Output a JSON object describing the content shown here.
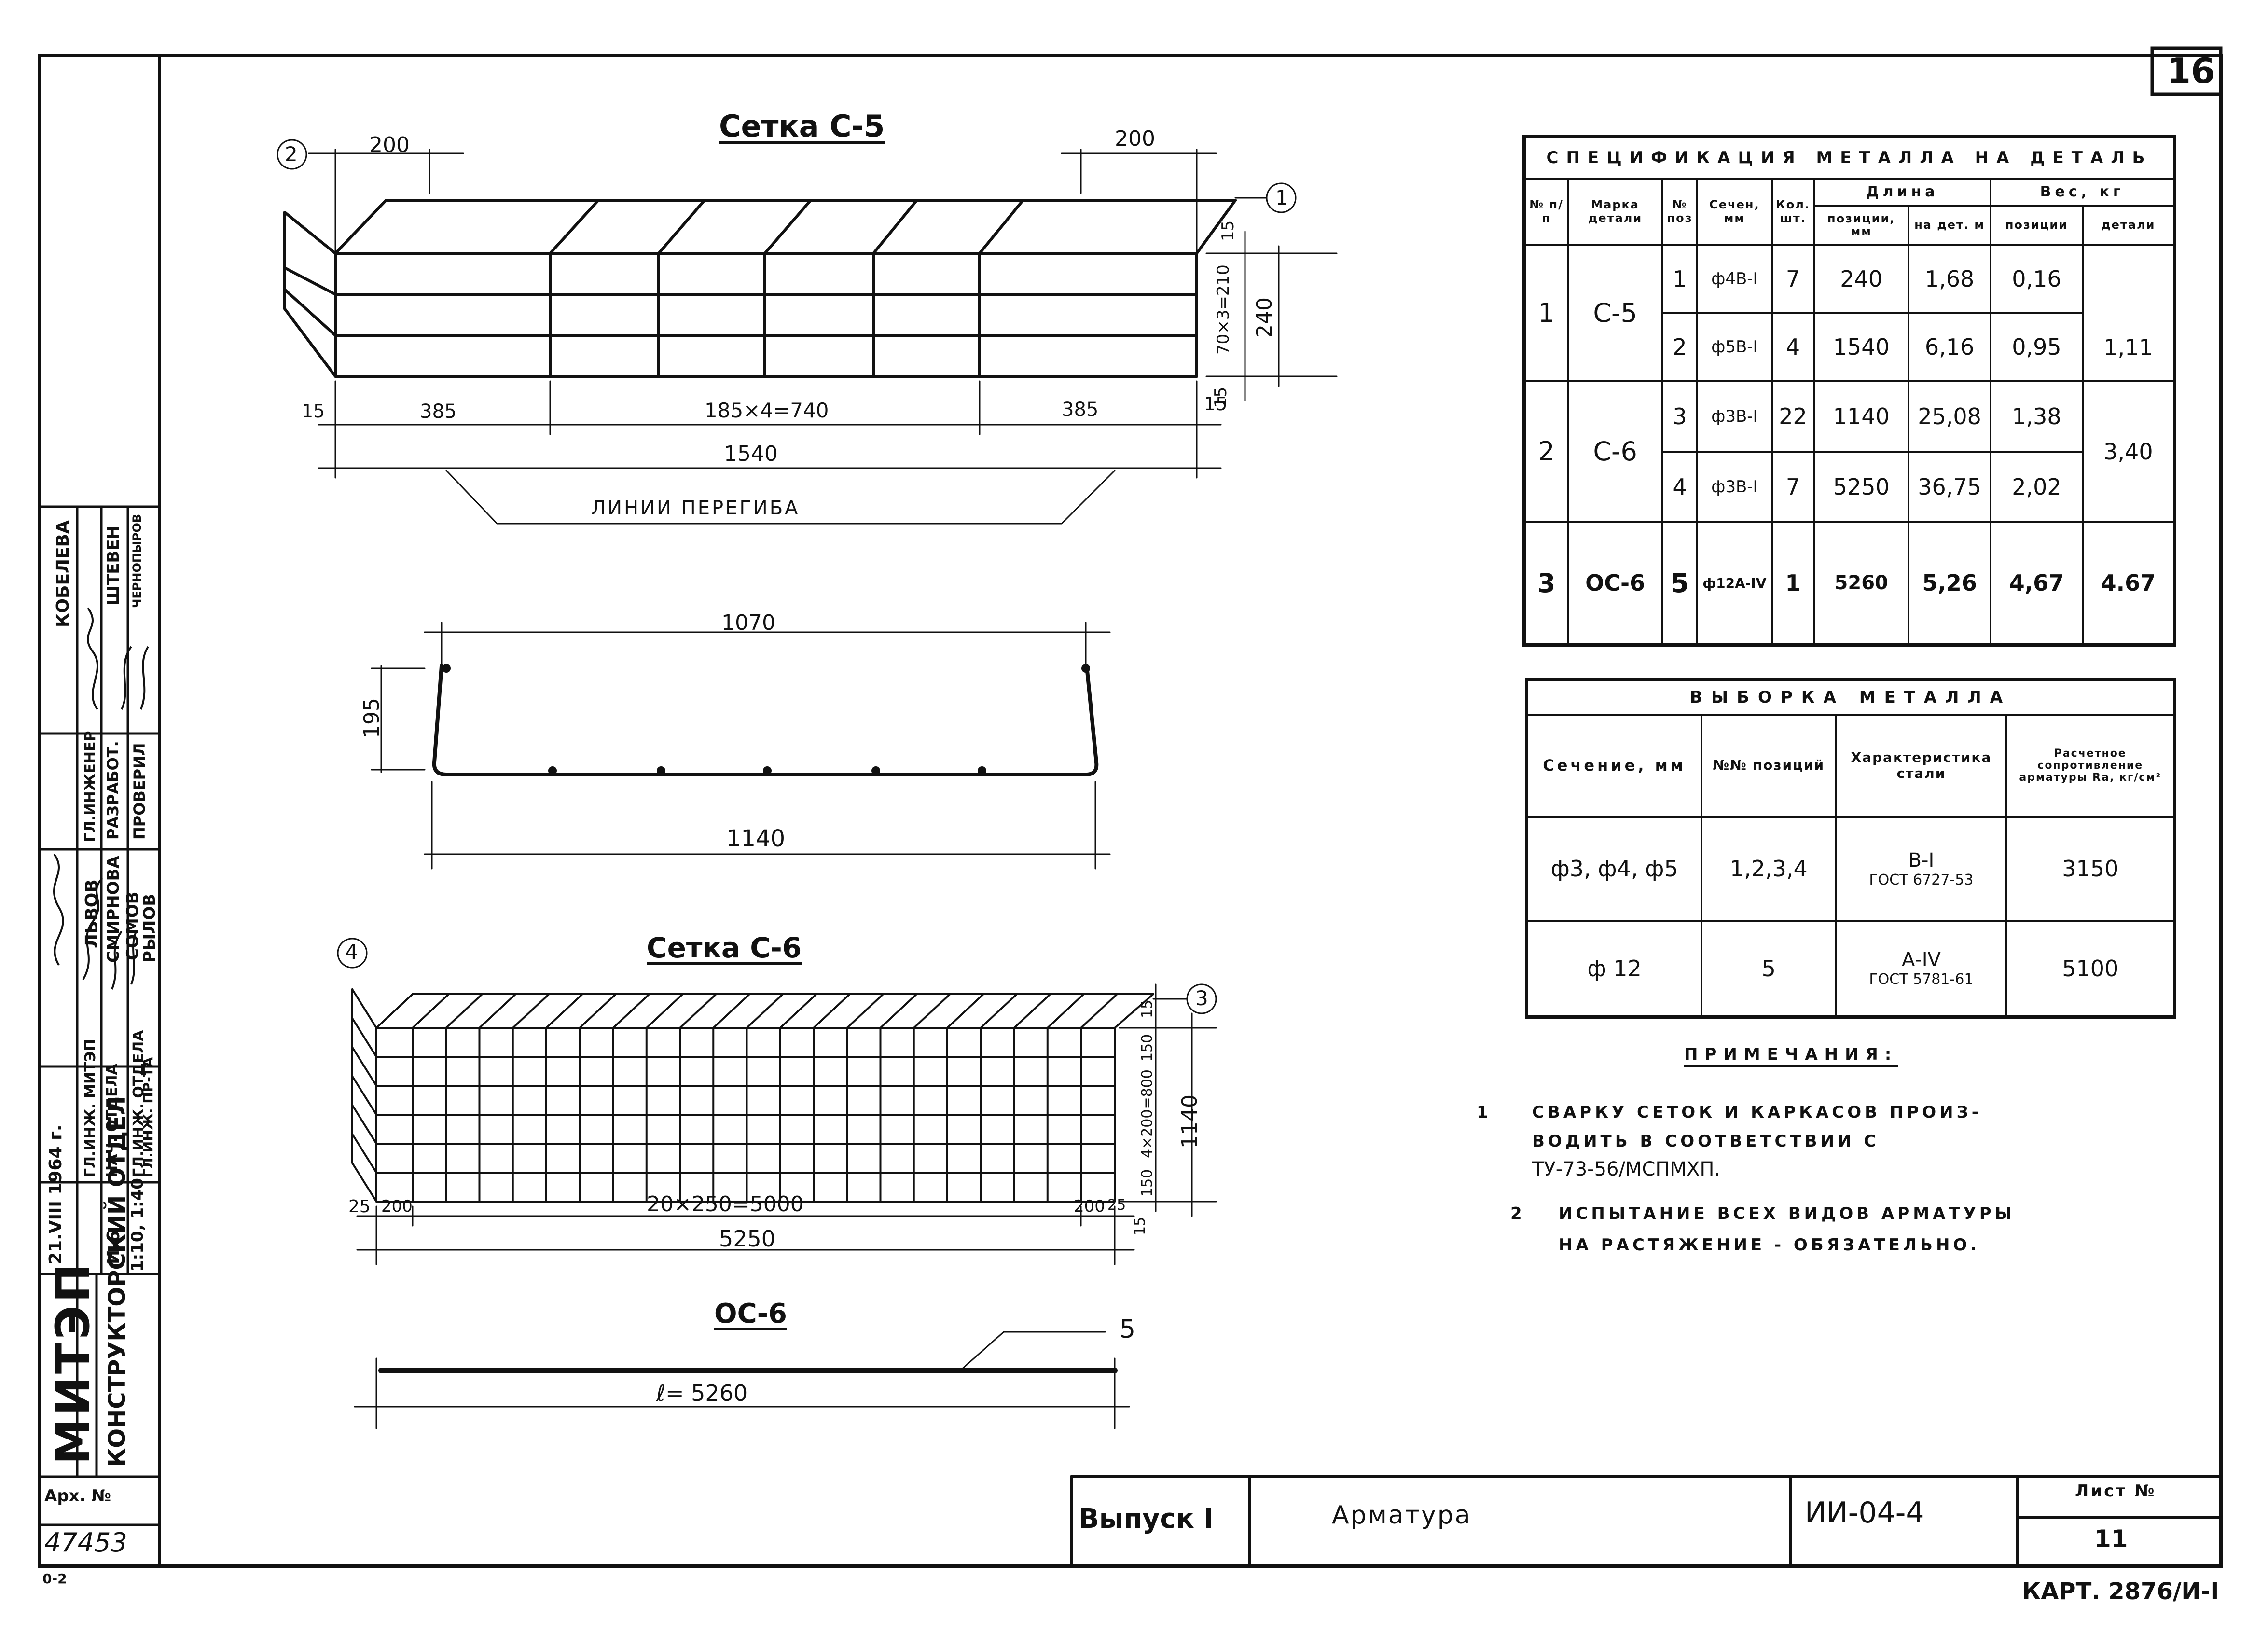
{
  "sheet_number": "16",
  "mesh_c5": {
    "title": "Сетка С-5",
    "top_left_dim": "200",
    "top_right_dim": "200",
    "bottom_dims": [
      "15",
      "385",
      "185×4=740",
      "385",
      "15"
    ],
    "overall_length": "1540",
    "right_dims": [
      "15",
      "70×3=210",
      "15"
    ],
    "right_total": "240",
    "bend_lines_label": "ЛИНИИ ПЕРЕГИБА",
    "callout_left": "2",
    "callout_right": "1"
  },
  "profile": {
    "top_dim": "1070",
    "height_dim": "195",
    "bottom_dim": "1140"
  },
  "mesh_c6": {
    "title": "Сетка С-6",
    "bottom_dims": [
      "25",
      "200",
      "20×250=5000",
      "200",
      "25"
    ],
    "overall_length": "5250",
    "right_dims": [
      "15",
      "150",
      "4×200=800",
      "150",
      "15"
    ],
    "right_total": "1140",
    "callout_left": "4",
    "callout_right": "3"
  },
  "bar_oc6": {
    "title": "ОС-6",
    "length": "ℓ= 5260",
    "callout": "5"
  },
  "spec_table": {
    "title": "СПЕЦИФИКАЦИЯ МЕТАЛЛА НА ДЕТАЛЬ",
    "headers": {
      "num": "№ п/п",
      "mark": "Марка детали",
      "pos": "№ поз",
      "section": "Сечен, мм",
      "qty": "Кол. шт.",
      "length_group": "Длина",
      "length_pos": "позиции, мм",
      "length_det": "на дет. м",
      "weight_group": "Вес, кг",
      "weight_pos": "позиции",
      "weight_det": "детали"
    },
    "rows": [
      {
        "num": "1",
        "mark": "С-5",
        "pos": "1",
        "section": "ф4В-I",
        "qty": "7",
        "len_pos": "240",
        "len_det": "1,68",
        "w_pos": "0,16",
        "w_det": "1,11"
      },
      {
        "num": "",
        "mark": "",
        "pos": "2",
        "section": "ф5В-I",
        "qty": "4",
        "len_pos": "1540",
        "len_det": "6,16",
        "w_pos": "0,95",
        "w_det": ""
      },
      {
        "num": "2",
        "mark": "С-6",
        "pos": "3",
        "section": "ф3В-I",
        "qty": "22",
        "len_pos": "1140",
        "len_det": "25,08",
        "w_pos": "1,38",
        "w_det": "3,40"
      },
      {
        "num": "",
        "mark": "",
        "pos": "4",
        "section": "ф3В-I",
        "qty": "7",
        "len_pos": "5250",
        "len_det": "36,75",
        "w_pos": "2,02",
        "w_det": ""
      },
      {
        "num": "3",
        "mark": "ОС-6",
        "pos": "5",
        "section": "ф12А-IV",
        "qty": "1",
        "len_pos": "5260",
        "len_det": "5,26",
        "w_pos": "4,67",
        "w_det": "4.67"
      }
    ]
  },
  "selection_table": {
    "title": "ВЫБОРКА МЕТАЛЛА",
    "headers": {
      "section": "Сечение, мм",
      "positions": "№№ позиций",
      "steel": "Характеристика стали",
      "resistance": "Расчетное сопротивление арматуры Ra, кг/см²"
    },
    "rows": [
      {
        "section": "ф3, ф4, ф5",
        "positions": "1,2,3,4",
        "steel_class": "В-I",
        "steel_gost": "ГОСТ 6727-53",
        "resistance": "3150"
      },
      {
        "section": "ф 12",
        "positions": "5",
        "steel_class": "А-IV",
        "steel_gost": "ГОСТ 5781-61",
        "resistance": "5100"
      }
    ]
  },
  "notes": {
    "title": "ПРИМЕЧАНИЯ:",
    "items": [
      {
        "n": "1",
        "l1": "СВАРКУ СЕТОК И КАРКАСОВ ПРОИЗ-",
        "l2": "ВОДИТЬ В СООТВЕТСТВИИ С",
        "l3": "ТУ-73-56/МСПМХП."
      },
      {
        "n": "2",
        "l1": "ИСПЫТАНИЕ ВСЕХ ВИДОВ АРМАТУРЫ",
        "l2": "НА РАСТЯЖЕНИЕ - ОБЯЗАТЕЛЬНО."
      }
    ]
  },
  "title_block": {
    "issue": "Выпуск I",
    "name": "Арматура",
    "code": "ИИ-04-4",
    "sheet_label": "Лист №",
    "sheet_no": "11",
    "card": "КАРТ. 2876/И-I"
  },
  "side_stamp": {
    "org": "МИТЭП",
    "dept": "КОНСТРУКТОРСКИЙ ОТДЕЛ",
    "date": "21.VIII 1964 г.",
    "series": "И-6",
    "scale": "1:10, 1:40",
    "roles": [
      "ГЛ.ИНЖ. МИТЭП",
      "НАЧ. ОТДЕЛА",
      "ГЛ.ИНЖ. ОТДЕЛА",
      "ГЛ.ИНЖ. ПР-ТА"
    ],
    "names_a": [
      "ЛЬВОВ",
      "СМИРНОВА",
      "СОМОВ",
      "РЫЛОВ"
    ],
    "roles_b": [
      "ГЛ.ИНЖЕНЕР",
      "РАЗРАБОТ.",
      "ПРОВЕРИЛ"
    ],
    "names_b": [
      "КОБЕЛЕВА",
      "ШТЕВЕН",
      "ЧЕРНОПЫРОВ"
    ],
    "arch_label": "Арх. №",
    "arch_no": "47453",
    "corner": "0-2"
  }
}
